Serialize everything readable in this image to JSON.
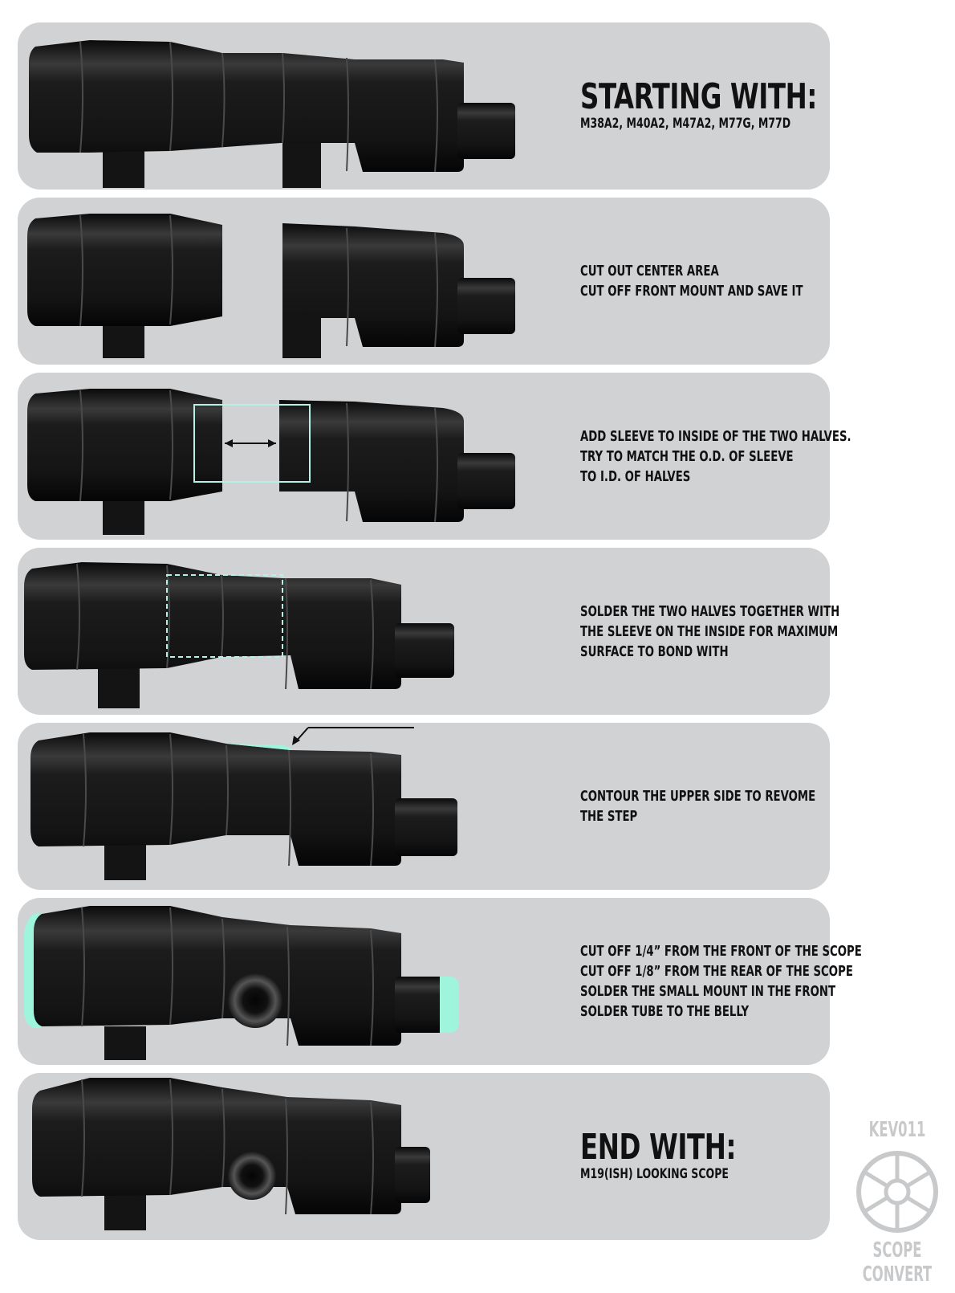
{
  "steps": [
    {
      "heading": "STARTING WITH:",
      "lines": [
        "M38A2, M40A2, M47A2, M77G, M77D"
      ]
    },
    {
      "heading": "",
      "lines": [
        "CUT OUT CENTER AREA",
        "CUT OFF FRONT MOUNT AND SAVE IT"
      ]
    },
    {
      "heading": "",
      "lines": [
        "ADD SLEEVE TO INSIDE OF THE TWO HALVES.",
        "TRY TO MATCH THE O.D. OF SLEEVE",
        "TO I.D. OF HALVES"
      ]
    },
    {
      "heading": "",
      "lines": [
        "SOLDER THE TWO HALVES TOGETHER WITH",
        "THE SLEEVE ON THE INSIDE FOR MAXIMUM",
        "SURFACE TO BOND WITH"
      ]
    },
    {
      "heading": "",
      "lines": [
        "CONTOUR THE UPPER SIDE TO REVOME",
        "THE STEP"
      ]
    },
    {
      "heading": "",
      "lines": [
        "CUT OFF 1/4” FROM THE FRONT OF THE SCOPE",
        "CUT OFF 1/8” FROM THE REAR OF THE SCOPE",
        "SOLDER THE SMALL MOUNT IN THE FRONT",
        "SOLDER TUBE TO THE BELLY"
      ]
    },
    {
      "heading": "END WITH:",
      "lines": [
        "M19(ISH) LOOKING SCOPE"
      ]
    }
  ],
  "logo": {
    "top": "KEV011",
    "bottom": "SCOPE CONVERT",
    "icon": "galactic-empire-emblem-icon"
  },
  "colors": {
    "panel": "#d1d2d4",
    "scope": "#1a1a1a",
    "highlight": "#9ff5dc",
    "guide": "#b6f1e6"
  }
}
